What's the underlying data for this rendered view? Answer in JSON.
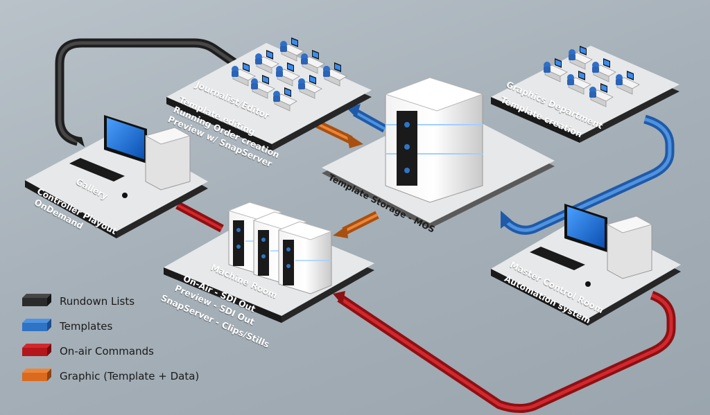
{
  "nodes": {
    "journalist": {
      "title": "Journalist/Editor",
      "lines": [
        "Template editing",
        "Running Order creation",
        "Preview w/ SnapServer"
      ]
    },
    "graphics": {
      "title": "Graphics Department",
      "lines": [
        "Template creation"
      ]
    },
    "gallery": {
      "title": "Gallery",
      "lines": [
        "Controller Playout",
        "OnDemand"
      ]
    },
    "storage": {
      "title": "Template Storage - MOS"
    },
    "machine_room": {
      "title": "Machine Room",
      "lines": [
        "On-Air - SDI Out",
        "Preview - SDI Out",
        "SnapServer - Clips/Stills"
      ]
    },
    "master_control": {
      "title": "Master Control Room",
      "lines": [
        "Automation system"
      ]
    }
  },
  "legend": [
    {
      "label": "Rundown Lists",
      "color": "#2b2b2b"
    },
    {
      "label": "Templates",
      "color": "#2f74c4"
    },
    {
      "label": "On-air Commands",
      "color": "#b3171b"
    },
    {
      "label": "Graphic (Template + Data)",
      "color": "#d96a1e"
    }
  ],
  "colors": {
    "platform_top": "#e4e6e8",
    "platform_side": "#2a2a2a",
    "black_flow": "#2b2b2b",
    "blue_flow": "#2f74c4",
    "red_flow": "#b3171b",
    "orange_flow": "#d96a1e"
  }
}
